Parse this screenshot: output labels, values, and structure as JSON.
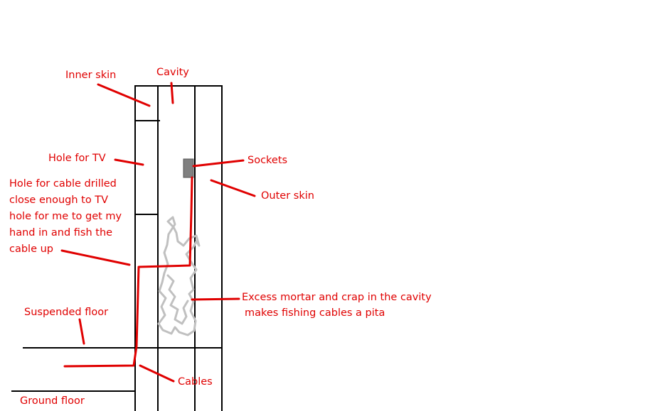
{
  "colors": {
    "background": "#ffffff",
    "wall_line": "#000000",
    "label_text": "#e00000",
    "pointer_line": "#e00000",
    "cable": "#e00000",
    "mortar": "#c0c0c0",
    "socket": "#808080"
  },
  "labels": {
    "inner_skin": "Inner skin",
    "cavity": "Cavity",
    "hole_for_tv": "Hole for TV",
    "sockets": "Sockets",
    "outer_skin": "Outer skin",
    "hole_for_cable": [
      "Hole for cable drilled",
      "close enough to TV",
      "hole for me to get my",
      "hand in and fish the",
      "cable up"
    ],
    "excess_mortar": [
      "Excess mortar and crap in the cavity",
      "makes fishing cables a pita"
    ],
    "suspended_floor": "Suspended floor",
    "cables": "Cables",
    "ground_floor": "Ground floor"
  }
}
